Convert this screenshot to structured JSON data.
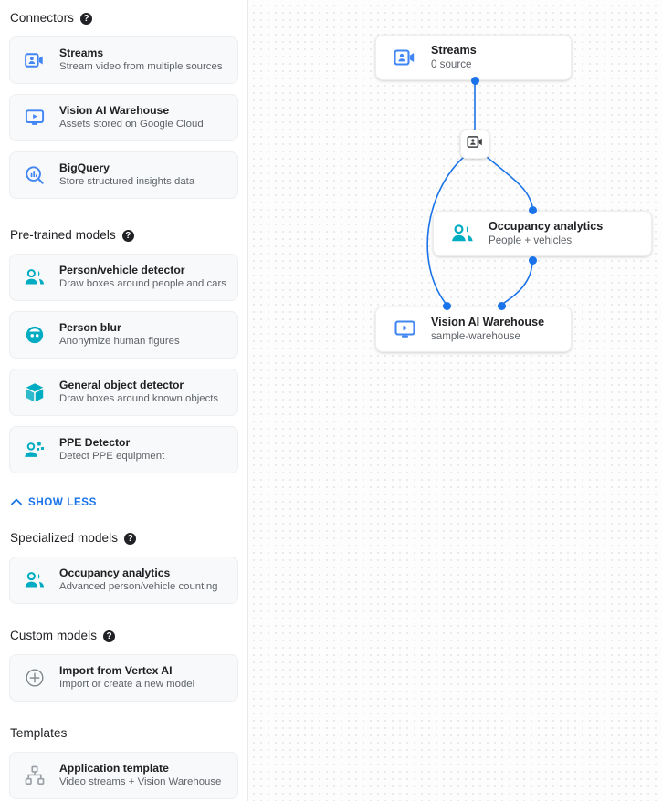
{
  "colors": {
    "connector_blue": "#4285f4",
    "model_teal": "#00acc1",
    "link_blue": "#1a73e8",
    "gray_icon": "#9aa0a6",
    "text_primary": "#202124",
    "text_secondary": "#5f6368"
  },
  "sidebar": {
    "sections": [
      {
        "title": "Connectors",
        "has_help": true,
        "help_label": "?",
        "items": [
          {
            "icon": "video-camera-icon",
            "title": "Streams",
            "subtitle": "Stream video from multiple sources"
          },
          {
            "icon": "monitor-play-icon",
            "title": "Vision AI Warehouse",
            "subtitle": "Assets stored on Google Cloud"
          },
          {
            "icon": "bigquery-search-icon",
            "title": "BigQuery",
            "subtitle": "Store structured insights data"
          }
        ]
      },
      {
        "title": "Pre-trained models",
        "has_help": true,
        "help_label": "?",
        "items": [
          {
            "icon": "people-icon",
            "title": "Person/vehicle detector",
            "subtitle": "Draw boxes around people and cars"
          },
          {
            "icon": "person-blur-icon",
            "title": "Person blur",
            "subtitle": "Anonymize human figures"
          },
          {
            "icon": "cube-icon",
            "title": "General object detector",
            "subtitle": "Draw boxes around known objects"
          },
          {
            "icon": "ppe-person-icon",
            "title": "PPE Detector",
            "subtitle": "Detect PPE equipment"
          }
        ]
      },
      {
        "title": "Specialized models",
        "has_help": true,
        "help_label": "?",
        "items": [
          {
            "icon": "people-icon",
            "title": "Occupancy analytics",
            "subtitle": "Advanced person/vehicle counting"
          }
        ]
      },
      {
        "title": "Custom models",
        "has_help": true,
        "help_label": "?",
        "items": [
          {
            "icon": "plus-circle-icon",
            "title": "Import from Vertex AI",
            "subtitle": "Import or create a new model"
          }
        ]
      },
      {
        "title": "Templates",
        "has_help": false,
        "help_label": "",
        "items": [
          {
            "icon": "hierarchy-icon",
            "title": "Application template",
            "subtitle": "Video streams + Vision Warehouse"
          }
        ]
      }
    ],
    "show_less": {
      "label": "SHOW LESS",
      "icon": "chevron-up-icon"
    }
  },
  "canvas": {
    "nodes": [
      {
        "id": "streams",
        "icon": "video-camera-icon",
        "title": "Streams",
        "subtitle": "0 source"
      },
      {
        "id": "occupancy",
        "icon": "people-icon",
        "title": "Occupancy analytics",
        "subtitle": "People + vehicles"
      },
      {
        "id": "warehouse",
        "icon": "monitor-play-icon",
        "title": "Vision AI Warehouse",
        "subtitle": "sample-warehouse"
      }
    ],
    "badge": {
      "id": "stream-badge",
      "icon": "video-camera-icon"
    }
  }
}
